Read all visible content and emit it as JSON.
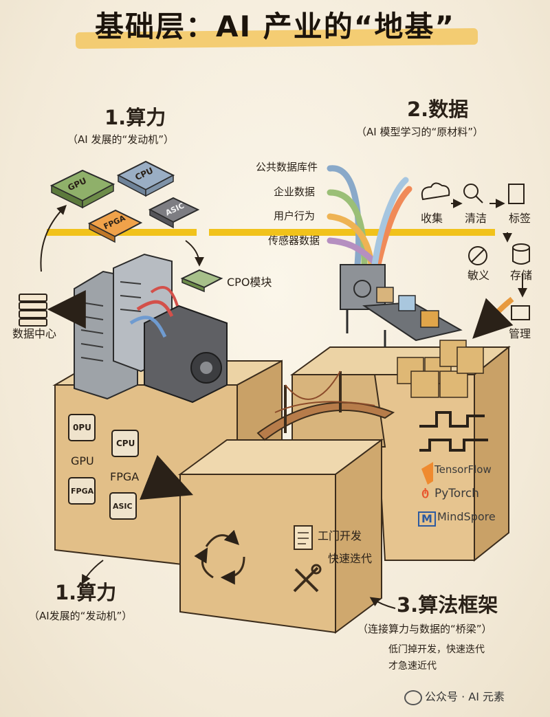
{
  "title": "基础层：AI 产业的“地基”",
  "compute_top": {
    "heading": "1.算力",
    "subtitle": "（AI 发展的“发动机”）"
  },
  "data_section": {
    "heading": "2.数据",
    "subtitle": "（AI 模型学习的“原材料”）"
  },
  "chips": {
    "gpu": "GPU",
    "cpu": "CPU",
    "fpga": "FPGA",
    "asic": "ASIC"
  },
  "cpo_label": "CPO模块",
  "datacenter_label": "数据中心",
  "data_sources": [
    "公共数据库件",
    "企业数据",
    "用户行为",
    "传感器数据"
  ],
  "pipeline": {
    "collect": "收集",
    "clean": "清洁",
    "label": "标签",
    "desensitize": "敏义",
    "store": "存储",
    "manage": "管理"
  },
  "compute_box": {
    "gpu_chip": "0PU",
    "cpu_chip": "CPU",
    "fpga_chip": "FPGA",
    "asic_chip": "ASIC",
    "gpu_label": "GPU",
    "fpga_label": "FPGA"
  },
  "frameworks": [
    "TensorFlow",
    "PyTorch",
    "MindSpore"
  ],
  "framework_marks": {
    "pytorch": "ტ",
    "mindspore": "M"
  },
  "algo_box": {
    "line1": "工门开发",
    "line2": "快速迭代"
  },
  "compute_bottom": {
    "heading": "1.算力",
    "subtitle": "（AI发展的“发动机”）"
  },
  "algo_section": {
    "heading": "3.算法框架",
    "subtitle": "（连接算力与数据的“桥梁”）",
    "note1": "低门掉开发，快速迭代",
    "note2": "才急速近代"
  },
  "watermark": {
    "text": "公众号 · AI 元素"
  },
  "colors": {
    "band": "#f1c21b",
    "box": "#e2c08c",
    "box_side": "#c9a26a",
    "gpu": "#8fb06a",
    "cpu": "#9aaec4",
    "fpga": "#f0a24a",
    "asic": "#7d7d82"
  }
}
